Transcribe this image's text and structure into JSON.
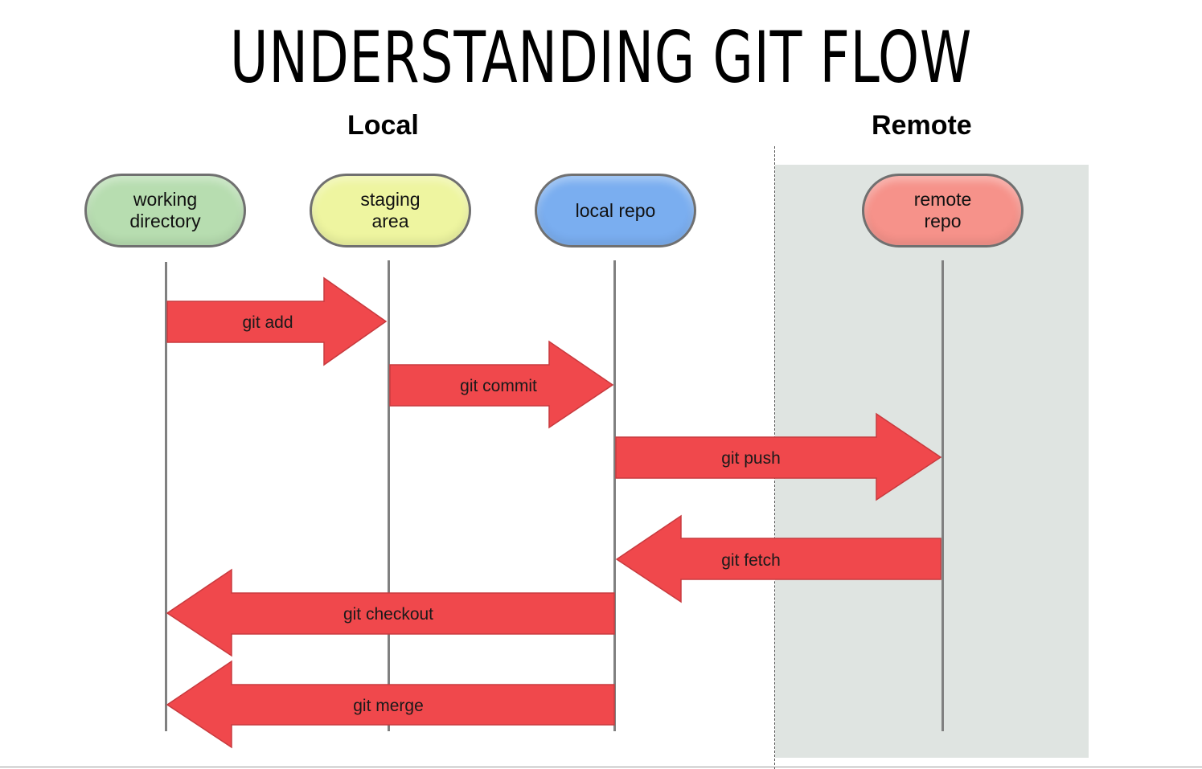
{
  "title": "UNDERSTANDING GIT FLOW",
  "sections": {
    "local": "Local",
    "remote": "Remote"
  },
  "nodes": {
    "working_directory": "working\ndirectory",
    "staging_area": "staging\narea",
    "local_repo": "local repo",
    "remote_repo": "remote\nrepo"
  },
  "colors": {
    "working_directory": "#b7ddb0",
    "staging_area": "#eef5a0",
    "local_repo": "#7aaef0",
    "remote_repo": "#f6928a",
    "arrow_fill": "#f0484c",
    "arrow_stroke": "#c83a3e",
    "remote_zone": "#dfe4e1"
  },
  "arrows": [
    {
      "label": "git add",
      "from": "working_directory",
      "to": "staging_area"
    },
    {
      "label": "git commit",
      "from": "staging_area",
      "to": "local_repo"
    },
    {
      "label": "git push",
      "from": "local_repo",
      "to": "remote_repo"
    },
    {
      "label": "git fetch",
      "from": "remote_repo",
      "to": "local_repo"
    },
    {
      "label": "git checkout",
      "from": "local_repo",
      "to": "working_directory"
    },
    {
      "label": "git merge",
      "from": "local_repo",
      "to": "working_directory"
    }
  ]
}
